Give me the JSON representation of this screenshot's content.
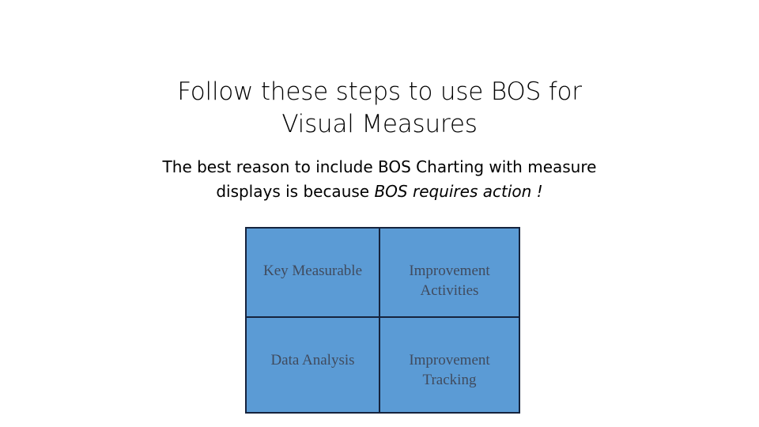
{
  "slide": {
    "title_lines": [
      "Follow these steps to use BOS for",
      "Visual Measures"
    ],
    "subtitle": {
      "line1": "The best reason to include BOS Charting with measure",
      "line2_plain": "displays is because ",
      "line2_italic": "BOS requires action !"
    },
    "matrix": {
      "rows": [
        {
          "cells": [
            {
              "lines": [
                "Key Measurable"
              ]
            },
            {
              "lines": [
                "Improvement",
                "Activities"
              ]
            }
          ]
        },
        {
          "cells": [
            {
              "lines": [
                "Data Analysis"
              ]
            },
            {
              "lines": [
                "Improvement",
                "Tracking"
              ]
            }
          ]
        }
      ]
    },
    "colors": {
      "cell_fill": "#5B9BD5",
      "cell_border": "#16233D",
      "cell_text": "#404B5E",
      "body_text": "#000000",
      "background": "#FFFFFF"
    }
  }
}
